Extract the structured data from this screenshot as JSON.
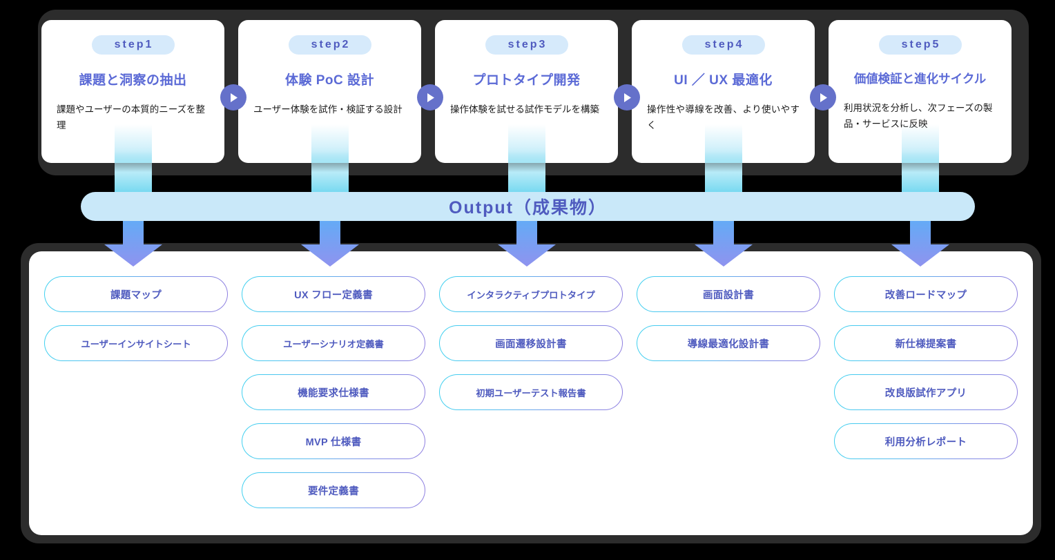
{
  "theme": {
    "background": "#000000",
    "frame": "#2c2c2c",
    "card": "#ffffff",
    "accent_purple": "#4f5bbf",
    "accent_blue": "#5b6ad6",
    "badge_bg": "#d6eafb",
    "output_bar_bg": "#c9e8f9",
    "stripe_cyan": "#74d8f0",
    "arrow_blue": "#7f9bf5",
    "pill_border_from": "#3fd2f0",
    "pill_border_to": "#8f7ee0",
    "play_circle": "#6571ca"
  },
  "steps": [
    {
      "badge": "step1",
      "title": "課題と洞察の抽出",
      "desc": "課題やユーザーの本質的ニーズを整理"
    },
    {
      "badge": "step2",
      "title": "体験 PoC 設計",
      "desc": "ユーザー体験を試作・検証する設計"
    },
    {
      "badge": "step3",
      "title": "プロトタイプ開発",
      "desc": "操作体験を試せる試作モデルを構築"
    },
    {
      "badge": "step4",
      "title": "UI ／ UX 最適化",
      "desc": "操作性や導線を改善、より使いやすく"
    },
    {
      "badge": "step5",
      "title": "価値検証と進化サイクル",
      "desc": "利用状況を分析し、次フェーズの製品・サービスに反映"
    }
  ],
  "connectors": {
    "play_icon": "play-triangle-icon",
    "count": 4
  },
  "output_bar": {
    "label": "Output（成果物）"
  },
  "outputs": {
    "columns": [
      {
        "step": "step1",
        "items": [
          "課題マップ",
          "ユーザーインサイトシート"
        ]
      },
      {
        "step": "step2",
        "items": [
          "UX フロー定義書",
          "ユーザーシナリオ定義書",
          "機能要求仕様書",
          "MVP 仕様書",
          "要件定義書"
        ]
      },
      {
        "step": "step3",
        "items": [
          "インタラクティブプロトタイプ",
          "画面遷移設計書",
          "初期ユーザーテスト報告書"
        ]
      },
      {
        "step": "step4",
        "items": [
          "画面設計書",
          "導線最適化設計書"
        ]
      },
      {
        "step": "step5",
        "items": [
          "改善ロードマップ",
          "新仕様提案書",
          "改良版試作アプリ",
          "利用分析レポート"
        ]
      }
    ]
  }
}
